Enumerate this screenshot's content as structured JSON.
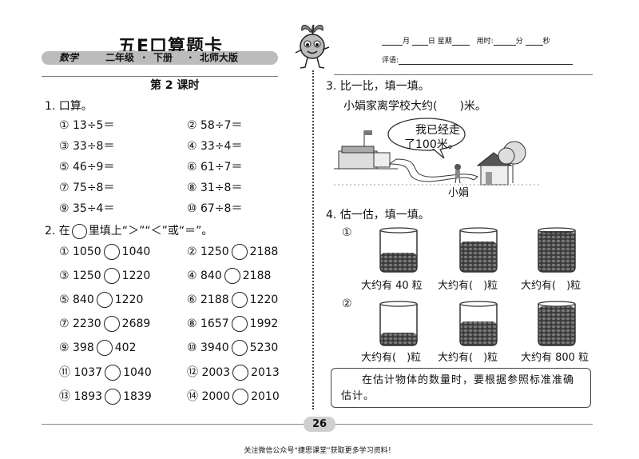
{
  "header": {
    "brand": "五E口算题卡",
    "subject": "数学",
    "grade": "二年级",
    "volume": "下册",
    "publisher": "北师大版",
    "month": "月",
    "day": "日",
    "weekday": "星期",
    "time_used": "用时:",
    "minutes": "分",
    "seconds": "秒",
    "review": "评语:"
  },
  "lesson_title": "第 2 课时",
  "q1": {
    "label": "1. 口算。",
    "items": [
      "① 13÷5＝",
      "② 58÷7＝",
      "③ 33÷8＝",
      "④ 33÷4＝",
      "⑤ 46÷9＝",
      "⑥ 61÷7＝",
      "⑦ 75÷8＝",
      "⑧ 31÷8＝",
      "⑨ 35÷4＝",
      "⑩ 67÷8＝"
    ]
  },
  "q2": {
    "label_pre": "2. 在",
    "label_post": "里填上“＞”“＜”或“＝”。",
    "pairs": [
      {
        "n": "①",
        "a": "1050",
        "b": "1040"
      },
      {
        "n": "②",
        "a": "1250",
        "b": "2188"
      },
      {
        "n": "③",
        "a": "1250",
        "b": "1220"
      },
      {
        "n": "④",
        "a": "840",
        "b": "2188"
      },
      {
        "n": "⑤",
        "a": "840",
        "b": "1220"
      },
      {
        "n": "⑥",
        "a": "2188",
        "b": "1220"
      },
      {
        "n": "⑦",
        "a": "2230",
        "b": "2689"
      },
      {
        "n": "⑧",
        "a": "1657",
        "b": "1992"
      },
      {
        "n": "⑨",
        "a": "398",
        "b": "402"
      },
      {
        "n": "⑩",
        "a": "3940",
        "b": "5230"
      },
      {
        "n": "⑪",
        "a": "1037",
        "b": "1040"
      },
      {
        "n": "⑫",
        "a": "2003",
        "b": "2013"
      },
      {
        "n": "⑬",
        "a": "1893",
        "b": "1839"
      },
      {
        "n": "⑭",
        "a": "2000",
        "b": "2010"
      }
    ]
  },
  "q3": {
    "label": "3. 比一比，填一填。",
    "sentence": "小娟家离学校大约(　　)米。",
    "speech_line1": "我已经走",
    "speech_line2": "了100米。",
    "figure_name": "小娟"
  },
  "q4": {
    "label": "4. 估一估，填一填。",
    "row1_num": "①",
    "row1": [
      "大约有 40 粒",
      "大约有(　)粒",
      "大约有(　)粒"
    ],
    "row1_fill": [
      0.45,
      0.7,
      0.95
    ],
    "row2_num": "②",
    "row2": [
      "大约有(　)粒",
      "大约有(　)粒",
      "大约有 800 粒"
    ],
    "row2_fill": [
      0.3,
      0.55,
      0.9
    ]
  },
  "tip": "在估计物体的数量时，要根据参照标准准确估计。",
  "page_number": "26",
  "footer": "关注微信公众号“捷思课堂”获取更多学习资料！"
}
